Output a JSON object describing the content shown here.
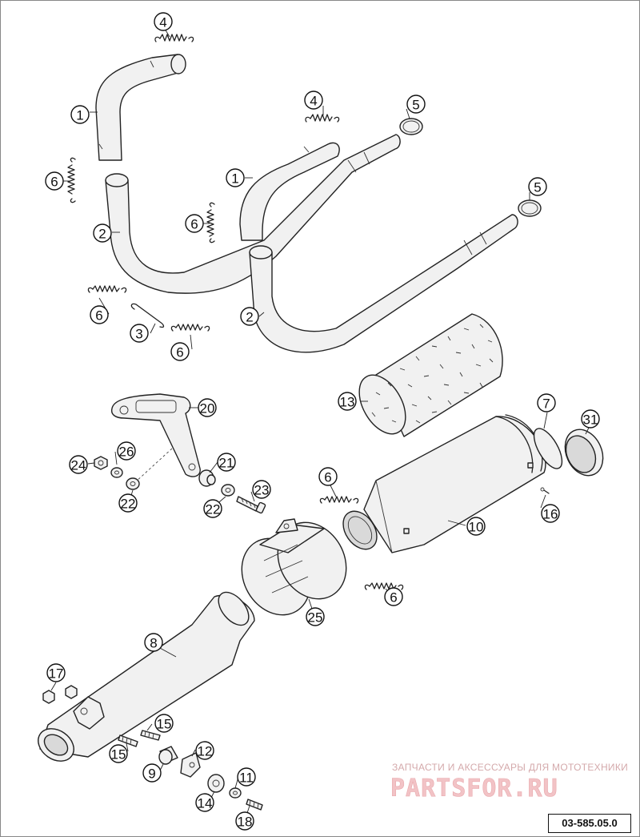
{
  "diagram_ref": "03-585.05.0",
  "watermark": {
    "tagline": "ЗАПЧАСТИ И АКСЕССУАРЫ ДЛЯ МОТОТЕХНИКИ",
    "brand": "PARTSFOR.RU"
  },
  "callouts": [
    {
      "label": "1"
    },
    {
      "label": "1"
    },
    {
      "label": "2"
    },
    {
      "label": "2"
    },
    {
      "label": "3"
    },
    {
      "label": "4"
    },
    {
      "label": "4"
    },
    {
      "label": "5"
    },
    {
      "label": "5"
    },
    {
      "label": "6"
    },
    {
      "label": "6"
    },
    {
      "label": "6"
    },
    {
      "label": "6"
    },
    {
      "label": "6"
    },
    {
      "label": "6"
    },
    {
      "label": "7"
    },
    {
      "label": "8"
    },
    {
      "label": "9"
    },
    {
      "label": "10"
    },
    {
      "label": "11"
    },
    {
      "label": "12"
    },
    {
      "label": "13"
    },
    {
      "label": "14"
    },
    {
      "label": "15"
    },
    {
      "label": "15"
    },
    {
      "label": "16"
    },
    {
      "label": "17"
    },
    {
      "label": "18"
    },
    {
      "label": "20"
    },
    {
      "label": "21"
    },
    {
      "label": "22"
    },
    {
      "label": "22"
    },
    {
      "label": "23"
    },
    {
      "label": "24"
    },
    {
      "label": "25"
    },
    {
      "label": "26"
    },
    {
      "label": "31"
    }
  ]
}
